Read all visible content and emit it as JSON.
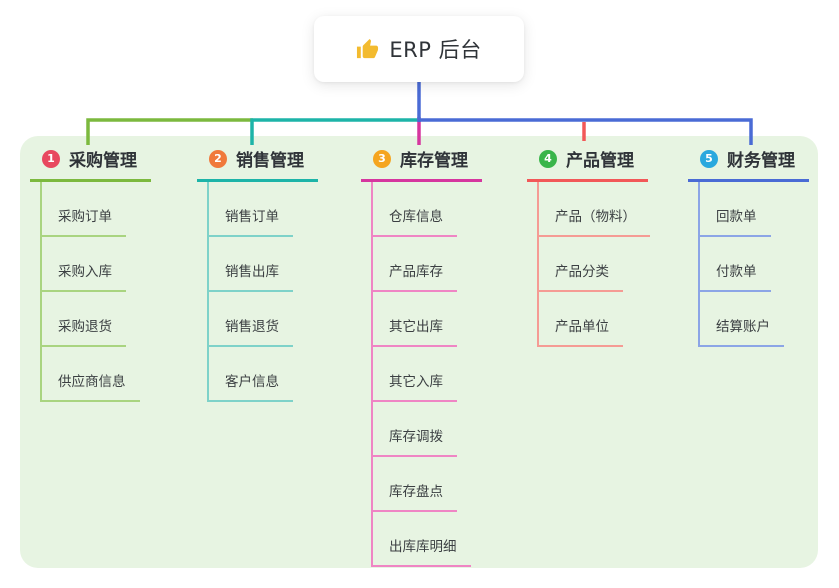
{
  "root": {
    "title": "ERP 后台",
    "icon": "thumbs-up"
  },
  "colors": {
    "canvas_bg": "#ffffff",
    "panel_bg": "#e7f4e2",
    "node_text": "#2f3338",
    "child_text": "#3c4043",
    "icon_color": "#f3bb2f"
  },
  "branches": [
    {
      "number": "1",
      "label": "采购管理",
      "badge_color": "#e8485f",
      "color": "#7cb93e",
      "light_color": "#a9d480",
      "children": [
        "采购订单",
        "采购入库",
        "采购退货",
        "供应商信息"
      ]
    },
    {
      "number": "2",
      "label": "销售管理",
      "badge_color": "#f0793b",
      "color": "#1db4a8",
      "light_color": "#7ed2c9",
      "children": [
        "销售订单",
        "销售出库",
        "销售退货",
        "客户信息"
      ]
    },
    {
      "number": "3",
      "label": "库存管理",
      "badge_color": "#f5a51f",
      "color": "#d6369f",
      "light_color": "#ef85c4",
      "children": [
        "仓库信息",
        "产品库存",
        "其它出库",
        "其它入库",
        "库存调拨",
        "库存盘点",
        "出库库明细"
      ]
    },
    {
      "number": "4",
      "label": "产品管理",
      "badge_color": "#39b54a",
      "color": "#f25858",
      "light_color": "#f59b94",
      "children": [
        "产品（物料）",
        "产品分类",
        "产品单位"
      ]
    },
    {
      "number": "5",
      "label": "财务管理",
      "badge_color": "#29a8de",
      "color": "#4a6bd5",
      "light_color": "#8ca5e6",
      "children": [
        "回款单",
        "付款单",
        "结算账户"
      ]
    }
  ]
}
